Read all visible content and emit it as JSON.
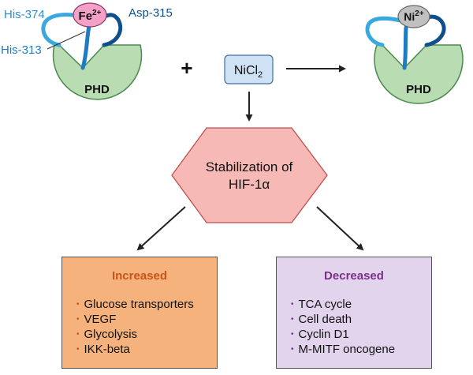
{
  "phd_left": {
    "label": "PHD",
    "ion_base": "Fe",
    "ion_charge": "2+",
    "residues": [
      "His-374",
      "His-313",
      "Asp-315"
    ]
  },
  "phd_right": {
    "label": "PHD",
    "ion_base": "Ni",
    "ion_charge": "2+"
  },
  "plus": "+",
  "reagent": {
    "base": "NiCl",
    "subscript": "2"
  },
  "center": {
    "line1": "Stabilization of",
    "line2": "HIF-1α"
  },
  "increased": {
    "title": "Increased",
    "items": [
      "Glucose transporters",
      "VEGF",
      "Glycolysis",
      "IKK-beta"
    ]
  },
  "decreased": {
    "title": "Decreased",
    "items": [
      "TCA cycle",
      "Cell death",
      "Cyclin D1",
      "M-MITF oncogene"
    ]
  },
  "colors": {
    "enzyme_fill": "#b9dcb3",
    "enzyme_stroke": "#4a8a50",
    "fe_fill": "#f5a0c6",
    "ni_fill": "#c0c0c0",
    "loop_light": "#3aa8e0",
    "loop_dark": "#0e4f8c",
    "hexagon_fill": "#f6b9b5",
    "reagent_fill": "#cfe2f5",
    "increased_fill": "#f6b27c",
    "decreased_fill": "#e2d4ec"
  }
}
